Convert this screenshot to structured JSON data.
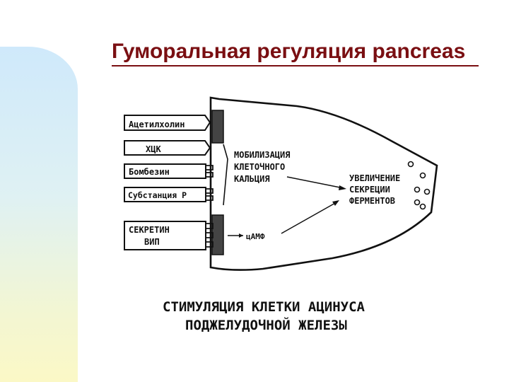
{
  "title": "Гуморальная регуляция pancreas",
  "receptor_labels": [
    "Ацетилхолин",
    "ХЦК",
    "Бомбезин",
    "Субстанция Р"
  ],
  "secretin_labels": [
    "СЕКРЕТИН",
    "ВИП"
  ],
  "mobilization_lines": [
    "МОБИЛИЗАЦИЯ",
    "КЛЕТОЧНОГО",
    "КАЛЬЦИЯ"
  ],
  "camp_label": "цАМФ",
  "result_lines": [
    "УВЕЛИЧЕНИЕ",
    "СЕКРЕЦИИ",
    "ФЕРМЕНТОВ"
  ],
  "caption_lines": [
    "СТИМУЛЯЦИЯ КЛЕТКИ АЦИНУСА",
    "ПОДЖЕЛУДОЧНОЙ ЖЕЛЕЗЫ"
  ],
  "colors": {
    "title": "#7a0f12",
    "ink": "#111111"
  }
}
